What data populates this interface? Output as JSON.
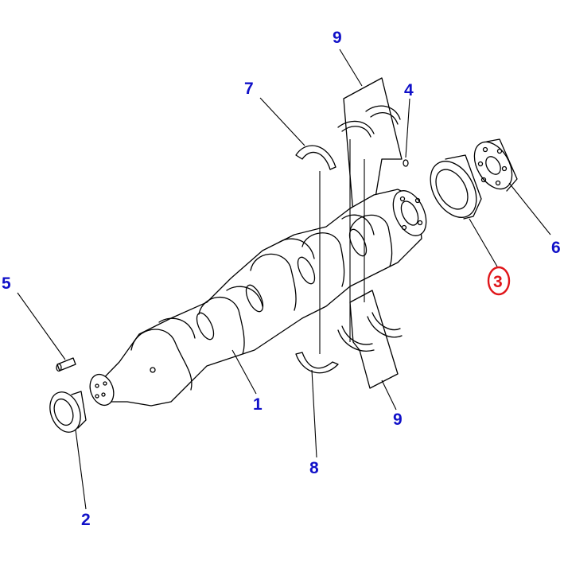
{
  "diagram": {
    "callouts": [
      {
        "id": "1",
        "label": "1"
      },
      {
        "id": "2",
        "label": "2"
      },
      {
        "id": "3",
        "label": "3",
        "highlighted": true
      },
      {
        "id": "4",
        "label": "4"
      },
      {
        "id": "5",
        "label": "5"
      },
      {
        "id": "6",
        "label": "6"
      },
      {
        "id": "7",
        "label": "7"
      },
      {
        "id": "8",
        "label": "8"
      },
      {
        "id": "9a",
        "label": "9"
      },
      {
        "id": "9b",
        "label": "9"
      }
    ],
    "colors": {
      "callout_text": "#1010c8",
      "highlight": "#e0161a",
      "line": "#000000",
      "background": "#ffffff"
    }
  }
}
